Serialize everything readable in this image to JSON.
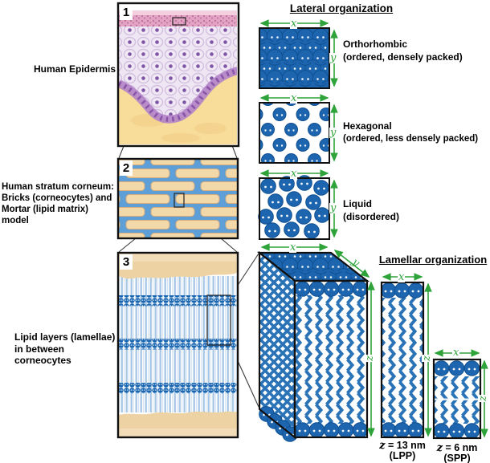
{
  "figure": {
    "panel1": {
      "number": "1",
      "label": "Human Epidermis"
    },
    "panel2": {
      "number": "2",
      "label1": "Human stratum corneum:",
      "label2": "Bricks (corneocytes) and",
      "label3": "Mortar (lipid matrix) model"
    },
    "panel3": {
      "number": "3",
      "label1": "Lipid layers (lamellae)",
      "label2": "in between corneocytes"
    },
    "lateral": {
      "heading": "Lateral organization",
      "orthorhombic_name": "Orthorhombic",
      "orthorhombic_desc": "(ordered, densely packed)",
      "hexagonal_name": "Hexagonal",
      "hexagonal_desc": "(ordered, less densely packed)",
      "liquid_name": "Liquid",
      "liquid_desc": "(disordered)"
    },
    "lamellar": {
      "heading": "Lamellar organization",
      "lpp_var": "z",
      "lpp_value": " = 13 nm",
      "lpp_abbr": "(LPP)",
      "spp_var": "z",
      "spp_value": " = 6 nm",
      "spp_abbr": "(SPP)"
    },
    "axes": {
      "x": "x",
      "y": "y",
      "z": "z"
    },
    "colors": {
      "lipid_blue": "#1d66af",
      "mortar_blue": "#5e9fd7",
      "corneocyte_tan": "#edd3a4",
      "arrow_green": "#2ea339"
    }
  }
}
